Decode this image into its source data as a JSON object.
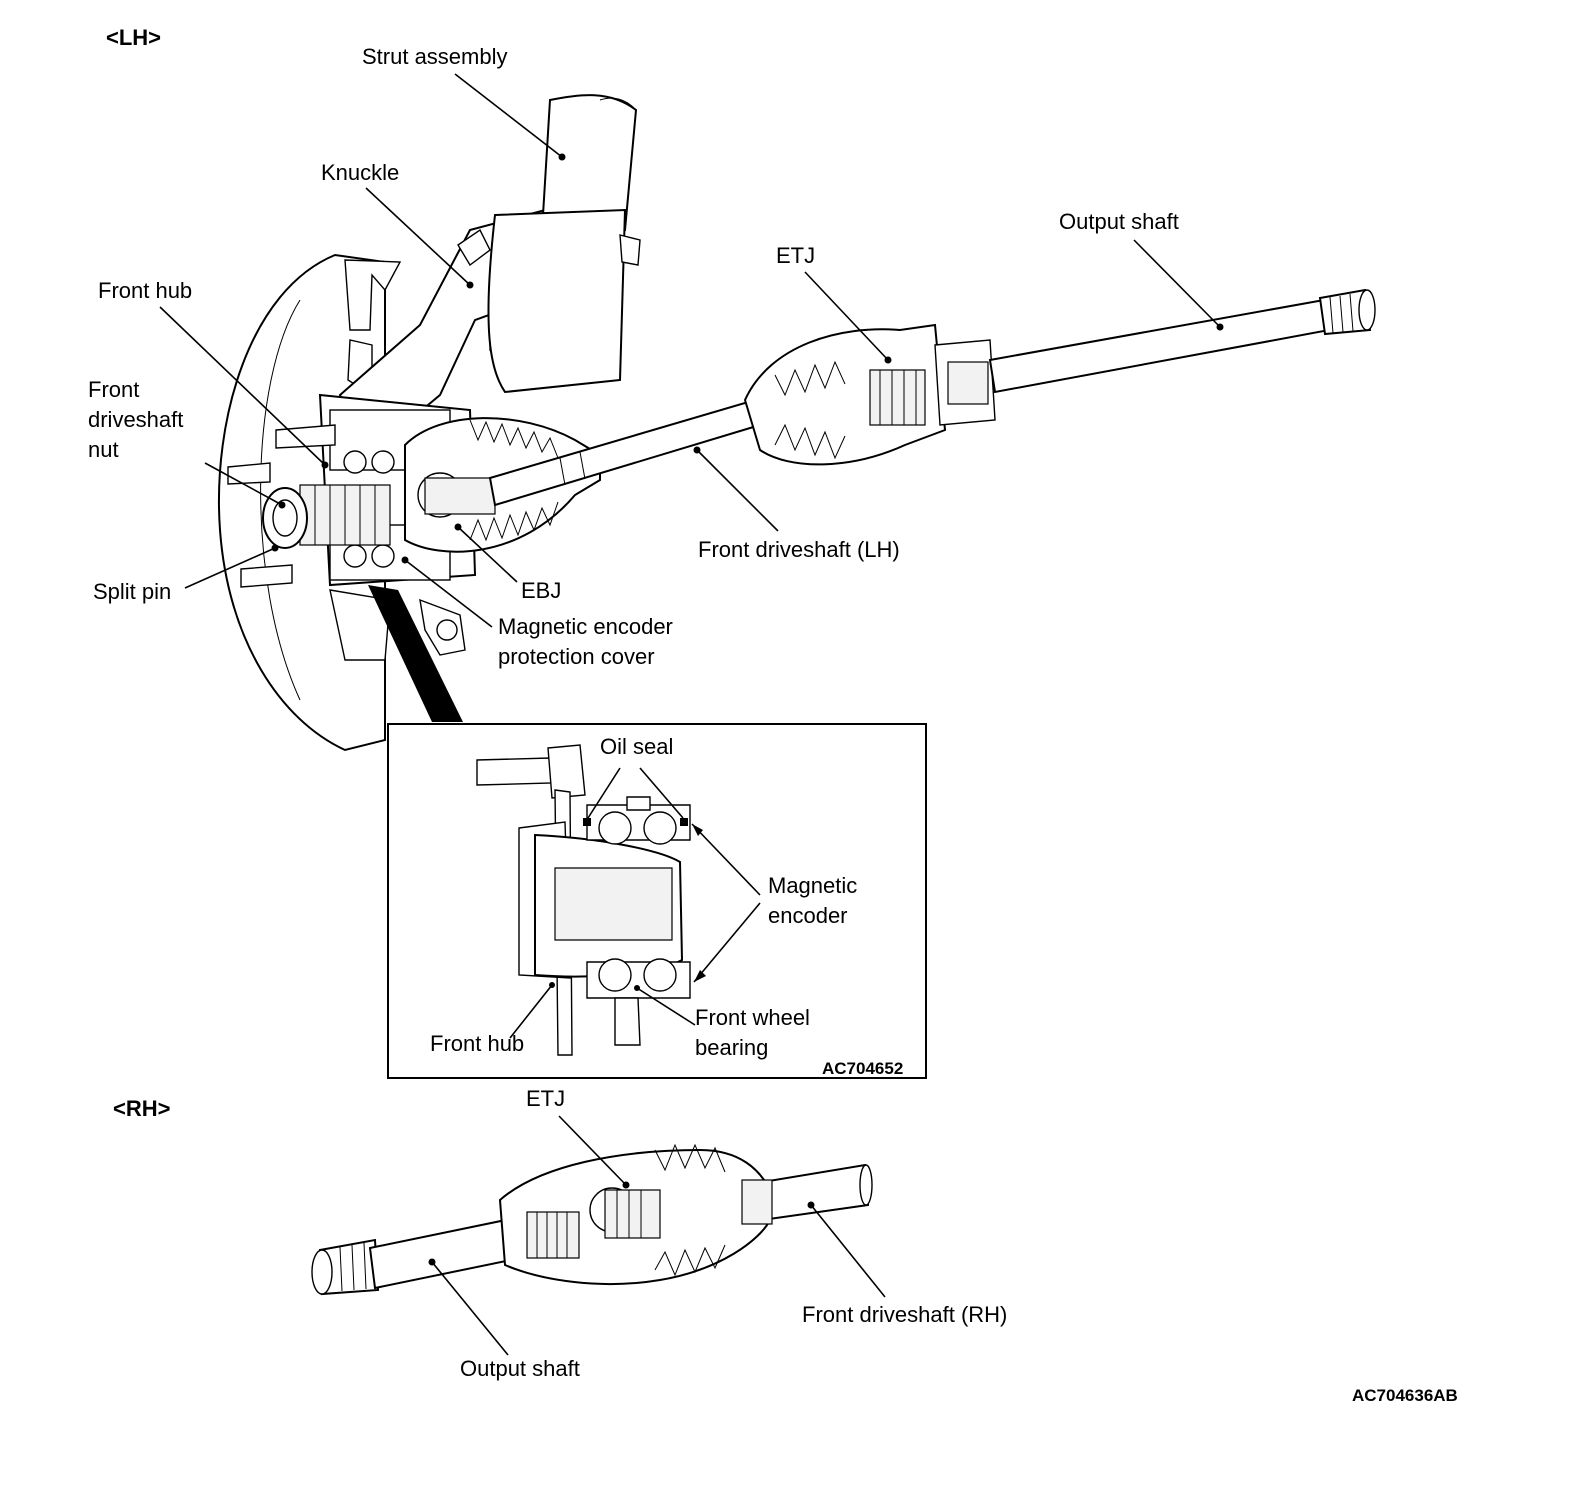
{
  "figure_code": "AC704636AB",
  "lh": {
    "heading": "<LH>",
    "labels": {
      "strut_assembly": "Strut assembly",
      "knuckle": "Knuckle",
      "front_hub": "Front hub",
      "front_driveshaft_nut": [
        "Front",
        "driveshaft",
        "nut"
      ],
      "split_pin": "Split pin",
      "ebj": "EBJ",
      "magnetic_encoder_protection_cover": [
        "Magnetic encoder",
        "protection cover"
      ],
      "front_driveshaft_lh": "Front driveshaft (LH)",
      "etj": "ETJ",
      "output_shaft": "Output shaft"
    }
  },
  "detail": {
    "code": "AC704652",
    "labels": {
      "oil_seal": "Oil seal",
      "magnetic_encoder": [
        "Magnetic",
        "encoder"
      ],
      "front_hub": "Front hub",
      "front_wheel_bearing": [
        "Front wheel",
        "bearing"
      ]
    }
  },
  "rh": {
    "heading": "<RH>",
    "labels": {
      "etj": "ETJ",
      "front_driveshaft_rh": "Front driveshaft (RH)",
      "output_shaft": "Output shaft"
    }
  }
}
